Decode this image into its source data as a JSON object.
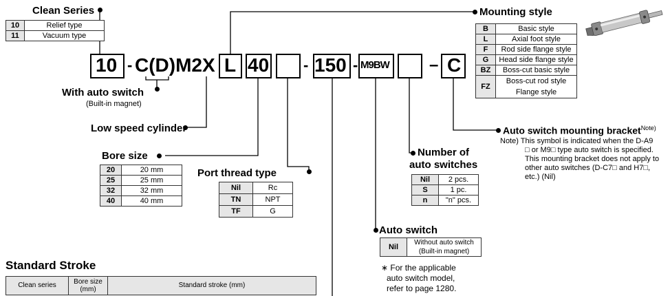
{
  "clean_series": {
    "title": "Clean Series",
    "rows": [
      [
        "10",
        "Relief type"
      ],
      [
        "11",
        "Vacuum type"
      ]
    ]
  },
  "part_code": {
    "prefix": "10",
    "dash1": "-",
    "body": "C(D)M2X",
    "mount": "L",
    "bore": "40",
    "dash2": "-",
    "stroke": "150",
    "dash3": "-",
    "switch": "M9BW",
    "dash4": "–",
    "bracket": "C"
  },
  "with_auto_switch": {
    "title": "With auto switch",
    "sub": "(Built-in magnet)"
  },
  "low_speed": {
    "title": "Low speed cylinder"
  },
  "bore_size": {
    "title": "Bore size",
    "rows": [
      [
        "20",
        "20 mm"
      ],
      [
        "25",
        "25 mm"
      ],
      [
        "32",
        "32 mm"
      ],
      [
        "40",
        "40 mm"
      ]
    ]
  },
  "port_thread": {
    "title": "Port thread type",
    "rows": [
      [
        "Nil",
        "Rc"
      ],
      [
        "TN",
        "NPT"
      ],
      [
        "TF",
        "G"
      ]
    ]
  },
  "num_switches": {
    "title_line1": "Number of",
    "title_line2": "auto switches",
    "rows": [
      [
        "Nil",
        "2 pcs."
      ],
      [
        "S",
        "1 pc."
      ],
      [
        "n",
        "\"n\" pcs."
      ]
    ]
  },
  "auto_switch": {
    "title": "Auto switch",
    "rows": [
      [
        "Nil",
        "Without auto switch",
        "(Built-in magnet)"
      ]
    ],
    "note_line1": "∗ For the applicable",
    "note_line2": "auto switch model,",
    "note_line3": "refer to page 1280."
  },
  "mounting_style": {
    "title": "Mounting style",
    "rows": [
      [
        "B",
        "Basic style"
      ],
      [
        "L",
        "Axial foot style"
      ],
      [
        "F",
        "Rod side flange style"
      ],
      [
        "G",
        "Head side flange style"
      ],
      [
        "BZ",
        "Boss-cut basic style"
      ],
      [
        "FZ",
        "Boss-cut rod style",
        "Flange style"
      ]
    ]
  },
  "bracket": {
    "title": "Auto switch mounting bracket",
    "sup": "Note)",
    "note": [
      "Note) This symbol is indicated when the D-A9",
      "□ or M9□ type auto switch is specified.",
      "This mounting bracket does not apply to",
      "other auto switches (D-C7□ and H7□,",
      "etc.) (Nil)"
    ]
  },
  "standard_stroke": {
    "title": "Standard Stroke",
    "headers": [
      "Clean series",
      "Bore size (mm)",
      "Standard stroke (mm)"
    ]
  }
}
